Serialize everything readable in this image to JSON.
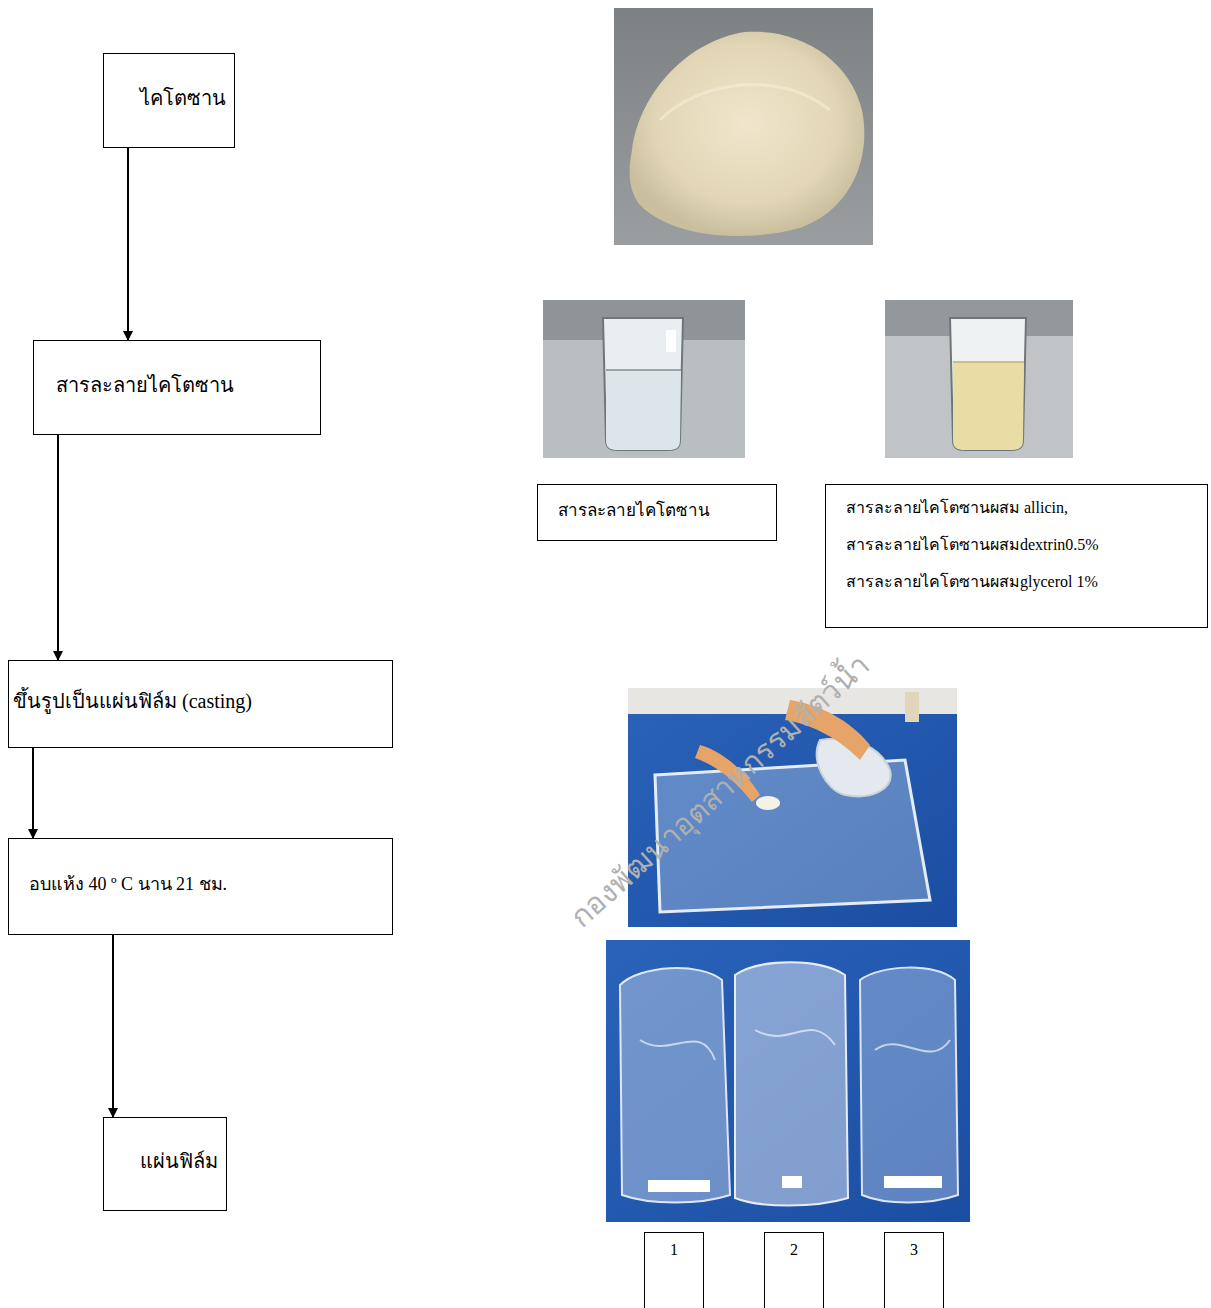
{
  "diagram": {
    "nodes": [
      {
        "text": [
          "ไคโตซาน"
        ]
      },
      {
        "text": [
          "สารละลายไคโตซาน"
        ]
      },
      {
        "text": [
          "ขึ้นรูปเป็นแผ่นฟิล์ม (casting)"
        ]
      },
      {
        "text": [
          "อบแห้ง 40 º C นาน 21 ชม."
        ]
      },
      {
        "text": [
          "แผ่นฟิล์ม"
        ]
      },
      {
        "text": [
          "สารละลายไคโตซาน"
        ]
      },
      {
        "text": [
          "สารละลายไคโตซานผสม allicin,",
          "สารละลายไคโตซานผสมdextrin0.5%",
          "สารละลายไคโตซานผสมglycerol 1%"
        ]
      },
      {
        "text": [
          "1"
        ]
      },
      {
        "text": [
          "2"
        ]
      },
      {
        "text": [
          "3"
        ]
      }
    ],
    "edges": [
      {
        "from": 0,
        "to": 1,
        "arrow": "to"
      },
      {
        "from": 1,
        "to": 2,
        "arrow": "to"
      },
      {
        "from": 2,
        "to": 3,
        "arrow": "to"
      },
      {
        "from": 3,
        "to": 4,
        "arrow": "to"
      }
    ],
    "labels": [
      "กองพัฒนาอุตสาหกรรมสัตว์น้ำ"
    ]
  }
}
